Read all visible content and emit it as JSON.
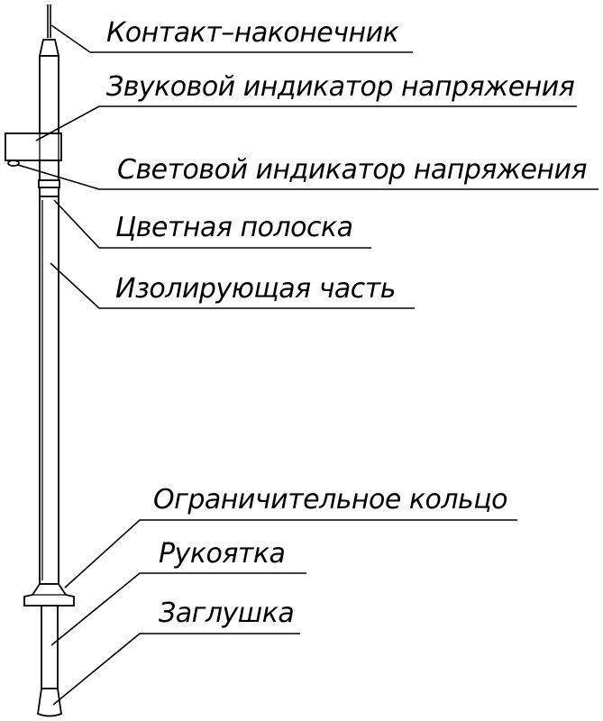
{
  "diagram": {
    "labels": {
      "contact_tip": "Контакт–наконечник",
      "sound_indicator": "Звуковой индикатор напряжения",
      "light_indicator": "Световой индикатор напряжения",
      "color_stripe": "Цветная полоска",
      "insulating_part": "Изолирующая часть",
      "limiting_ring": "Ограничительное кольцо",
      "handle": "Рукоятка",
      "end_cap": "Заглушка"
    }
  }
}
